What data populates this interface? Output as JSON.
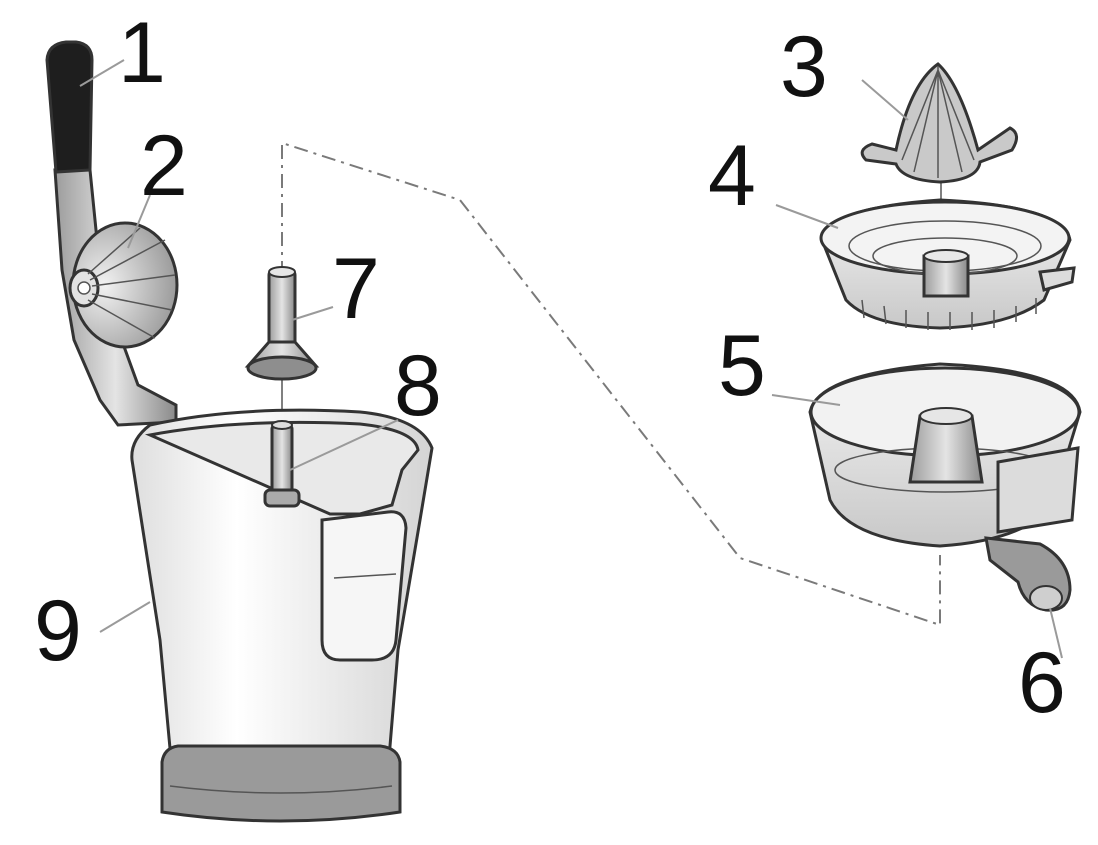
{
  "labels": [
    "1",
    "2",
    "3",
    "4",
    "5",
    "6",
    "7",
    "8",
    "9"
  ],
  "colors": {
    "handle": "#1e1e1e",
    "metal": "#b8b8b8",
    "plastic": "#efefef",
    "outline": "#333333"
  }
}
